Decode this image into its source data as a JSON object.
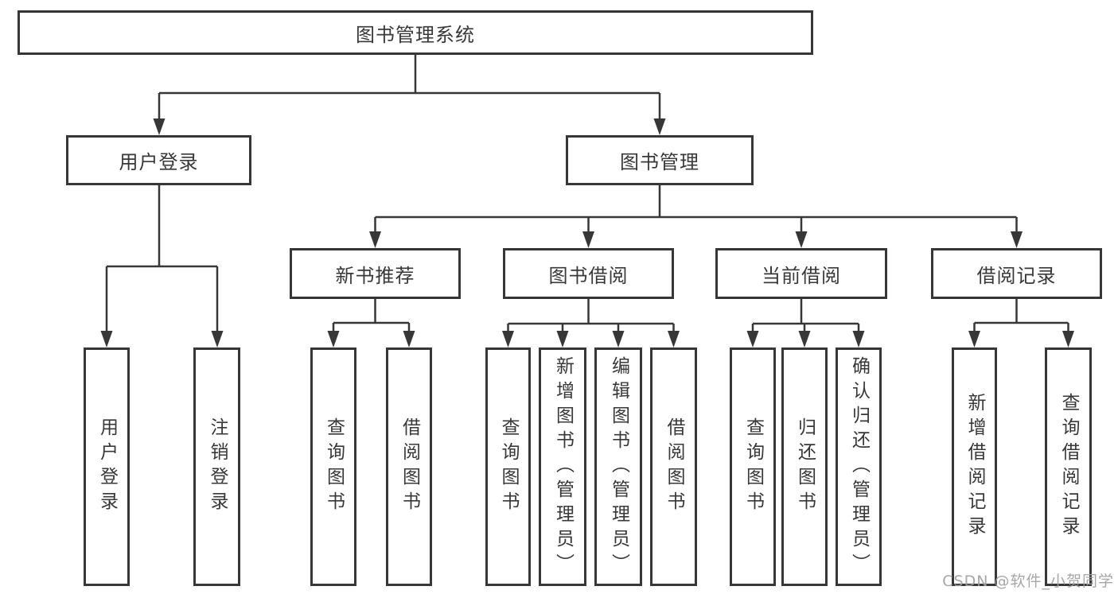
{
  "colors": {
    "line": "#373737",
    "box_border": "#373737",
    "text": "#383838",
    "watermark": "#a0a0a0",
    "background": "#ffffff"
  },
  "watermark": {
    "text": "CSDN @软件_小贺同学"
  },
  "tree": {
    "label": "图书管理系统",
    "children": [
      {
        "label": "用户登录",
        "children": [
          {
            "label": "用户登录"
          },
          {
            "label": "注销登录"
          }
        ]
      },
      {
        "label": "图书管理",
        "children": [
          {
            "label": "新书推荐",
            "children": [
              {
                "label": "查询图书"
              },
              {
                "label": "借阅图书"
              }
            ]
          },
          {
            "label": "图书借阅",
            "children": [
              {
                "label": "查询图书"
              },
              {
                "label": "新增图书（管理员）"
              },
              {
                "label": "编辑图书（管理员）"
              },
              {
                "label": "借阅图书"
              }
            ]
          },
          {
            "label": "当前借阅",
            "children": [
              {
                "label": "查询图书"
              },
              {
                "label": "归还图书"
              },
              {
                "label": "确认归还（管理员）"
              }
            ]
          },
          {
            "label": "借阅记录",
            "children": [
              {
                "label": "新增借阅记录"
              },
              {
                "label": "查询借阅记录"
              }
            ]
          }
        ]
      }
    ]
  }
}
